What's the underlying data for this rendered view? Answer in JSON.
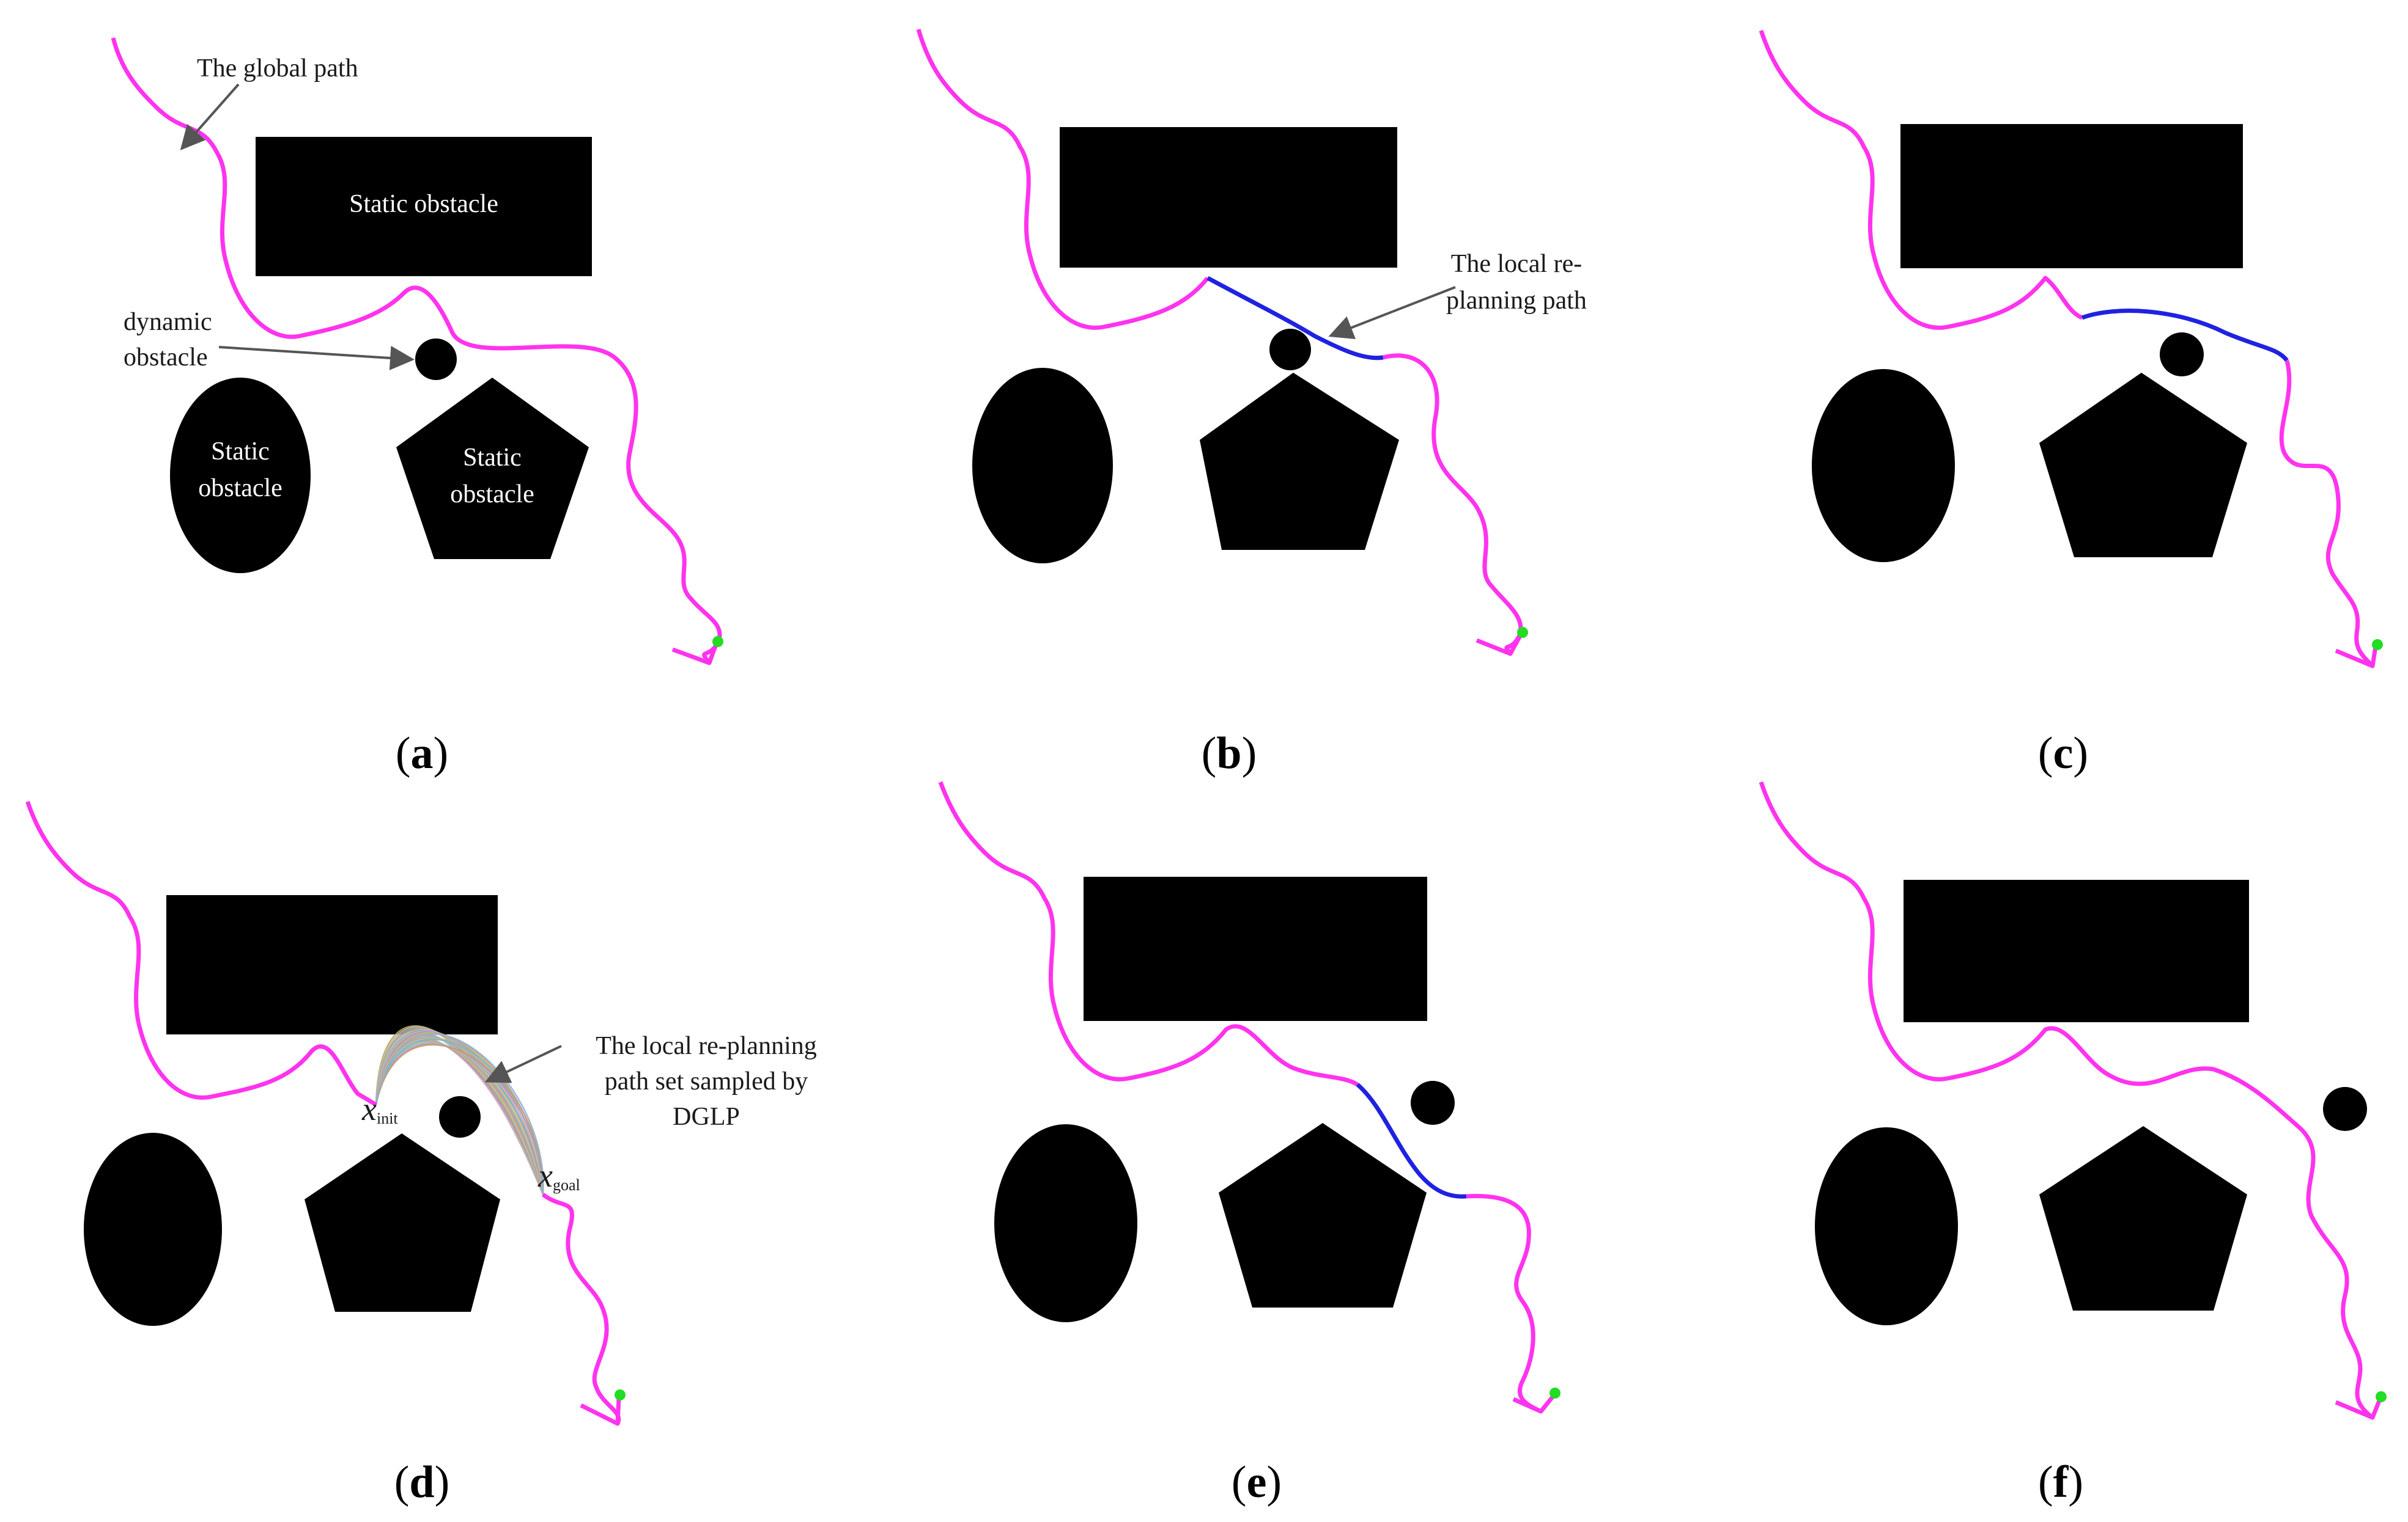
{
  "colors": {
    "obstacle": "#000000",
    "global_path": "#ff33ee",
    "local_path": "#1f22e0",
    "goal_point": "#22dd22",
    "arrow": "#555555",
    "sample_paths": [
      "#c8a068",
      "#8fb0d8",
      "#d8b0c0",
      "#9fd0a8",
      "#e0c080",
      "#b090d0",
      "#e09878",
      "#70b8c8"
    ]
  },
  "panels": [
    {
      "id": "a",
      "caption": "a",
      "labels": {
        "global_path": "The global path",
        "static_rect": "Static obstacle",
        "dynamic_line1": "dynamic",
        "dynamic_line2": "obstacle",
        "static_ellipse_line1": "Static",
        "static_ellipse_line2": "obstacle",
        "static_pentagon_line1": "Static",
        "static_pentagon_line2": "obstacle"
      }
    },
    {
      "id": "b",
      "caption": "b",
      "labels": {
        "local_line1": "The local re-",
        "local_line2": "planning path"
      }
    },
    {
      "id": "c",
      "caption": "c"
    },
    {
      "id": "d",
      "caption": "d",
      "labels": {
        "set_line1": "The local re-planning",
        "set_line2": "path set sampled by",
        "set_line3": "DGLP",
        "x_symbol": "x",
        "x_init_sub": "init",
        "x_goal_sub": "goal"
      }
    },
    {
      "id": "e",
      "caption": "e"
    },
    {
      "id": "f",
      "caption": "f"
    }
  ]
}
